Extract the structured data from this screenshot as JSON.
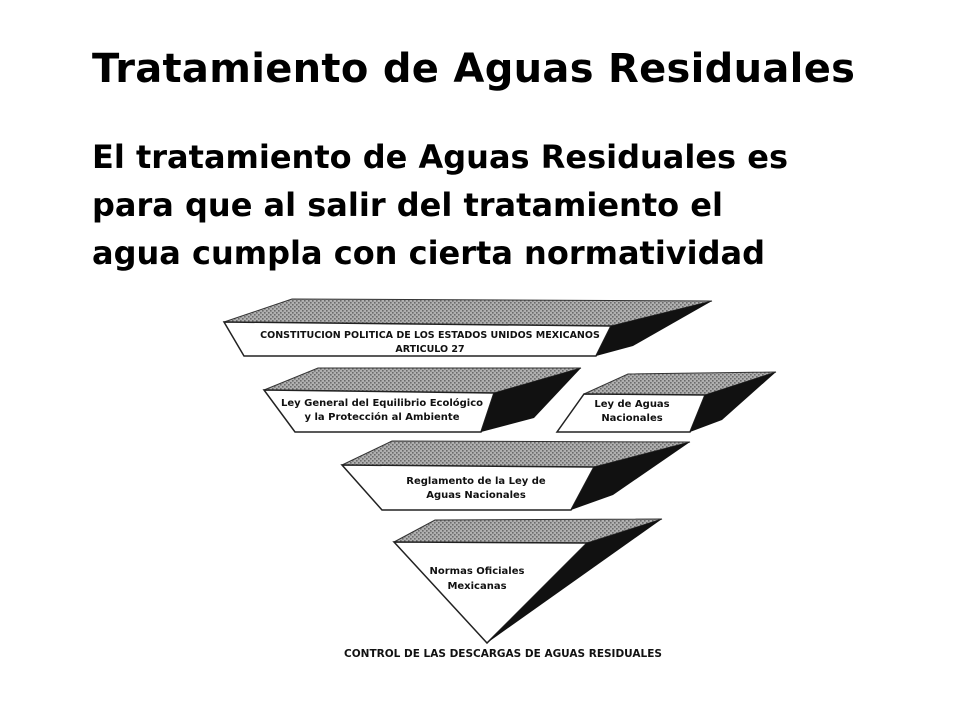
{
  "title": "Tratamiento de Aguas Residuales",
  "body": {
    "line1": "El tratamiento de Aguas Residuales es",
    "line2": "para que al salir del tratamiento el",
    "line3": "agua cumpla con cierta normatividad"
  },
  "diagram": {
    "level1": {
      "line1": "CONSTITUCION POLITICA DE LOS ESTADOS UNIDOS MEXICANOS",
      "line2": "ARTICULO 27"
    },
    "level2_left": {
      "line1": "Ley General del Equilibrio Ecológico",
      "line2": "y la Protección al Ambiente"
    },
    "level2_right": {
      "line1": "Ley de Aguas",
      "line2": "Nacionales"
    },
    "level3": {
      "line1": "Reglamento de la Ley de",
      "line2": "Aguas Nacionales"
    },
    "level4": {
      "line1": "Normas Oficiales",
      "line2": "Mexicanas"
    },
    "caption": "CONTROL DE LAS DESCARGAS DE AGUAS RESIDUALES"
  }
}
